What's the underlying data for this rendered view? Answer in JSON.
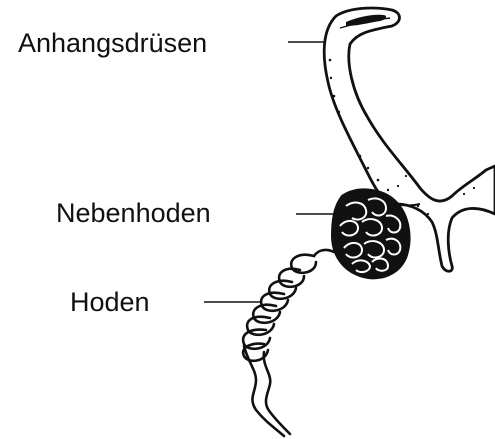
{
  "labels": [
    {
      "id": "anhangsdruesen",
      "text": "Anhangsdrüsen"
    },
    {
      "id": "nebenhoden",
      "text": "Nebenhoden"
    },
    {
      "id": "hoden",
      "text": "Hoden"
    }
  ],
  "colors": {
    "ink": "#111111",
    "background": "#ffffff"
  }
}
